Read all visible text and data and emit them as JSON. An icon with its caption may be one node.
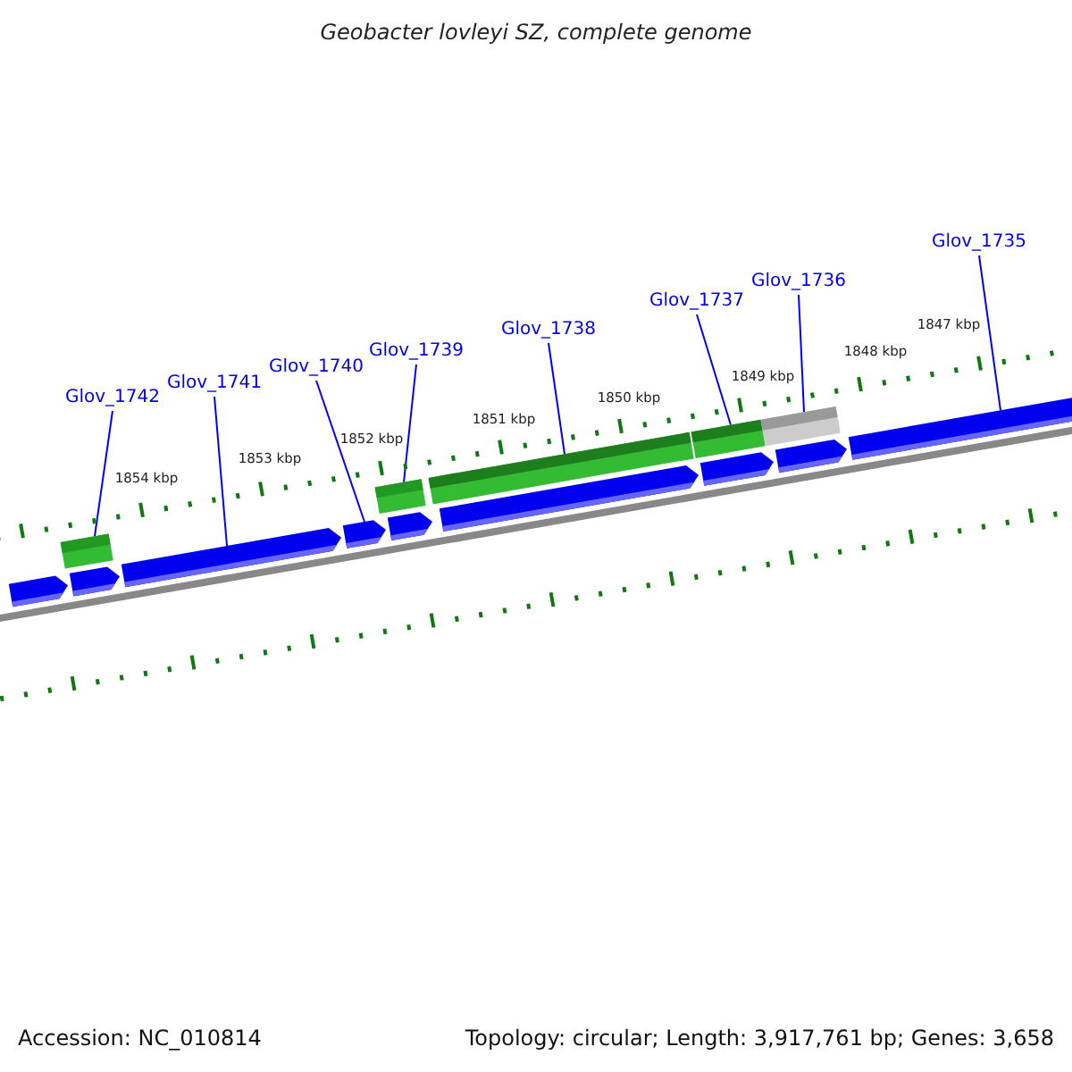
{
  "diagram": {
    "title": "Geobacter lovleyi SZ, complete genome",
    "nodes": [
      {
        "text": [
          "Glov_1742"
        ]
      },
      {
        "text": [
          "Glov_1741"
        ]
      },
      {
        "text": [
          "Glov_1740"
        ]
      },
      {
        "text": [
          "Glov_1739"
        ]
      },
      {
        "text": [
          "Glov_1738"
        ]
      },
      {
        "text": [
          "Glov_1737"
        ]
      },
      {
        "text": [
          "Glov_1736"
        ]
      },
      {
        "text": [
          "Glov_1735"
        ]
      },
      {
        "text": [],
        "shape": "arrow"
      },
      {
        "text": [],
        "shape": "bar"
      },
      {
        "text": [],
        "shape": "arrow"
      },
      {
        "text": [],
        "shape": "arrow"
      },
      {
        "text": [],
        "shape": "arrow"
      },
      {
        "text": [],
        "shape": "bar"
      },
      {
        "text": [],
        "shape": "arrow"
      },
      {
        "text": [],
        "shape": "bar"
      },
      {
        "text": [],
        "shape": "arrow"
      },
      {
        "text": [],
        "shape": "bar"
      },
      {
        "text": [],
        "shape": "arrow"
      },
      {
        "text": [],
        "shape": "bar"
      },
      {
        "text": [],
        "shape": "arrow"
      },
      {
        "text": [],
        "shape": "arrow"
      }
    ],
    "edges": [
      {
        "from": 0,
        "to": 9,
        "arrow": "none"
      },
      {
        "from": 1,
        "to": 11,
        "arrow": "none"
      },
      {
        "from": 2,
        "to": 12,
        "arrow": "none"
      },
      {
        "from": 3,
        "to": 13,
        "arrow": "none"
      },
      {
        "from": 4,
        "to": 15,
        "arrow": "none"
      },
      {
        "from": 5,
        "to": 17,
        "arrow": "none"
      },
      {
        "from": 6,
        "to": 19,
        "arrow": "none"
      },
      {
        "from": 7,
        "to": 21,
        "arrow": "none"
      }
    ],
    "labels": [
      "1854 kbp",
      "1853 kbp",
      "1852 kbp",
      "1851 kbp",
      "1850 kbp",
      "1849 kbp",
      "1848 kbp",
      "1847 kbp",
      "Accession: NC_010814",
      "Topology: circular; Length: 3,917,761 bp; Genes: 3,658"
    ]
  }
}
